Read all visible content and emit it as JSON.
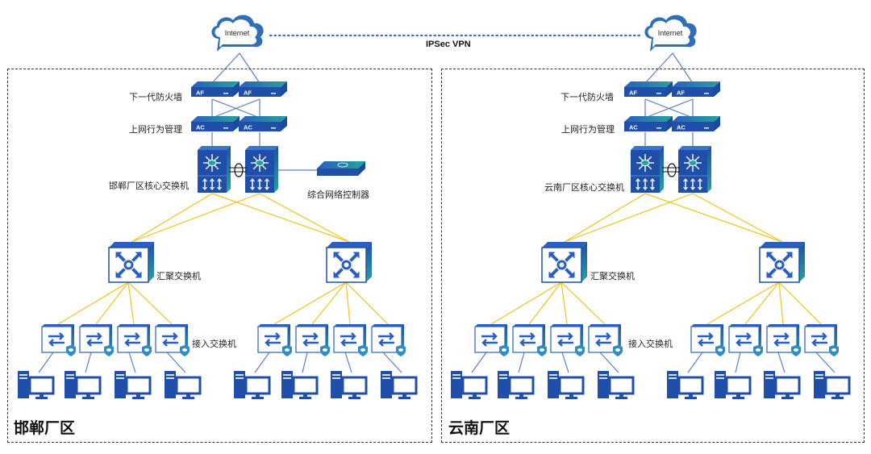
{
  "diagram": {
    "vpn_label": "IPSec VPN",
    "internet_label": "Internet",
    "colors": {
      "device_blue": "#1f4fa8",
      "device_teal": "#27a39a",
      "uplink_line": "#5b7fc7",
      "downlink_line": "#f2c21b",
      "vpn_dots": "#3f6fc0"
    },
    "sites": [
      {
        "name": "邯郸厂区",
        "firewall_label": "下一代防火墙",
        "firewall_device": "AF",
        "behavior_label": "上网行为管理",
        "behavior_device": "AC",
        "core_label": "邯郸厂区核心交换机",
        "controller_label": "综合网络控制器",
        "aggregation_label": "汇聚交换机",
        "access_label": "接入交换机"
      },
      {
        "name": "云南厂区",
        "firewall_label": "下一代防火墙",
        "firewall_device": "AF",
        "behavior_label": "上网行为管理",
        "behavior_device": "AC",
        "core_label": "云南厂区核心交换机",
        "aggregation_label": "汇聚交换机",
        "access_label": "接入交换机"
      }
    ]
  }
}
